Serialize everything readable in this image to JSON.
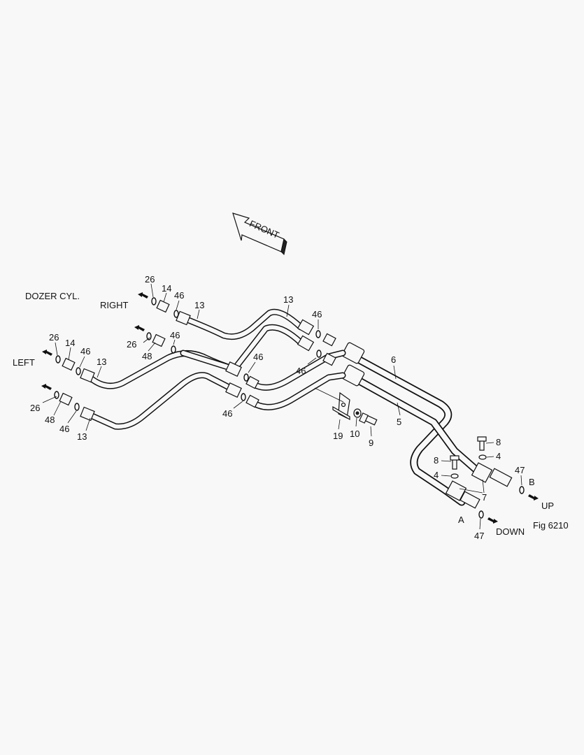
{
  "title": "DOZER CYL.",
  "directions": {
    "front": "FRONT",
    "right": "RIGHT",
    "left": "LEFT",
    "up": "UP",
    "down": "DOWN",
    "port_a": "A",
    "port_b": "B"
  },
  "figure_id": "Fig 6210",
  "callouts": {
    "c26a": "26",
    "c14a": "14",
    "c46a": "46",
    "c13a": "13",
    "c26b": "26",
    "c48b": "48",
    "c46b": "46",
    "c26c": "26",
    "c14c": "14",
    "c46c": "46",
    "c13c": "13",
    "c26d": "26",
    "c48d": "48",
    "c46d": "46",
    "c13d": "13",
    "c13e": "13",
    "c46e": "46",
    "c46f": "46",
    "c46g": "46",
    "c46h": "46",
    "c6": "6",
    "c5": "5",
    "c19": "19",
    "c10": "10",
    "c9": "9",
    "c8a": "8",
    "c4a": "4",
    "c47a": "47",
    "c8b": "8",
    "c4b": "4",
    "c7": "7",
    "c47b": "47"
  }
}
